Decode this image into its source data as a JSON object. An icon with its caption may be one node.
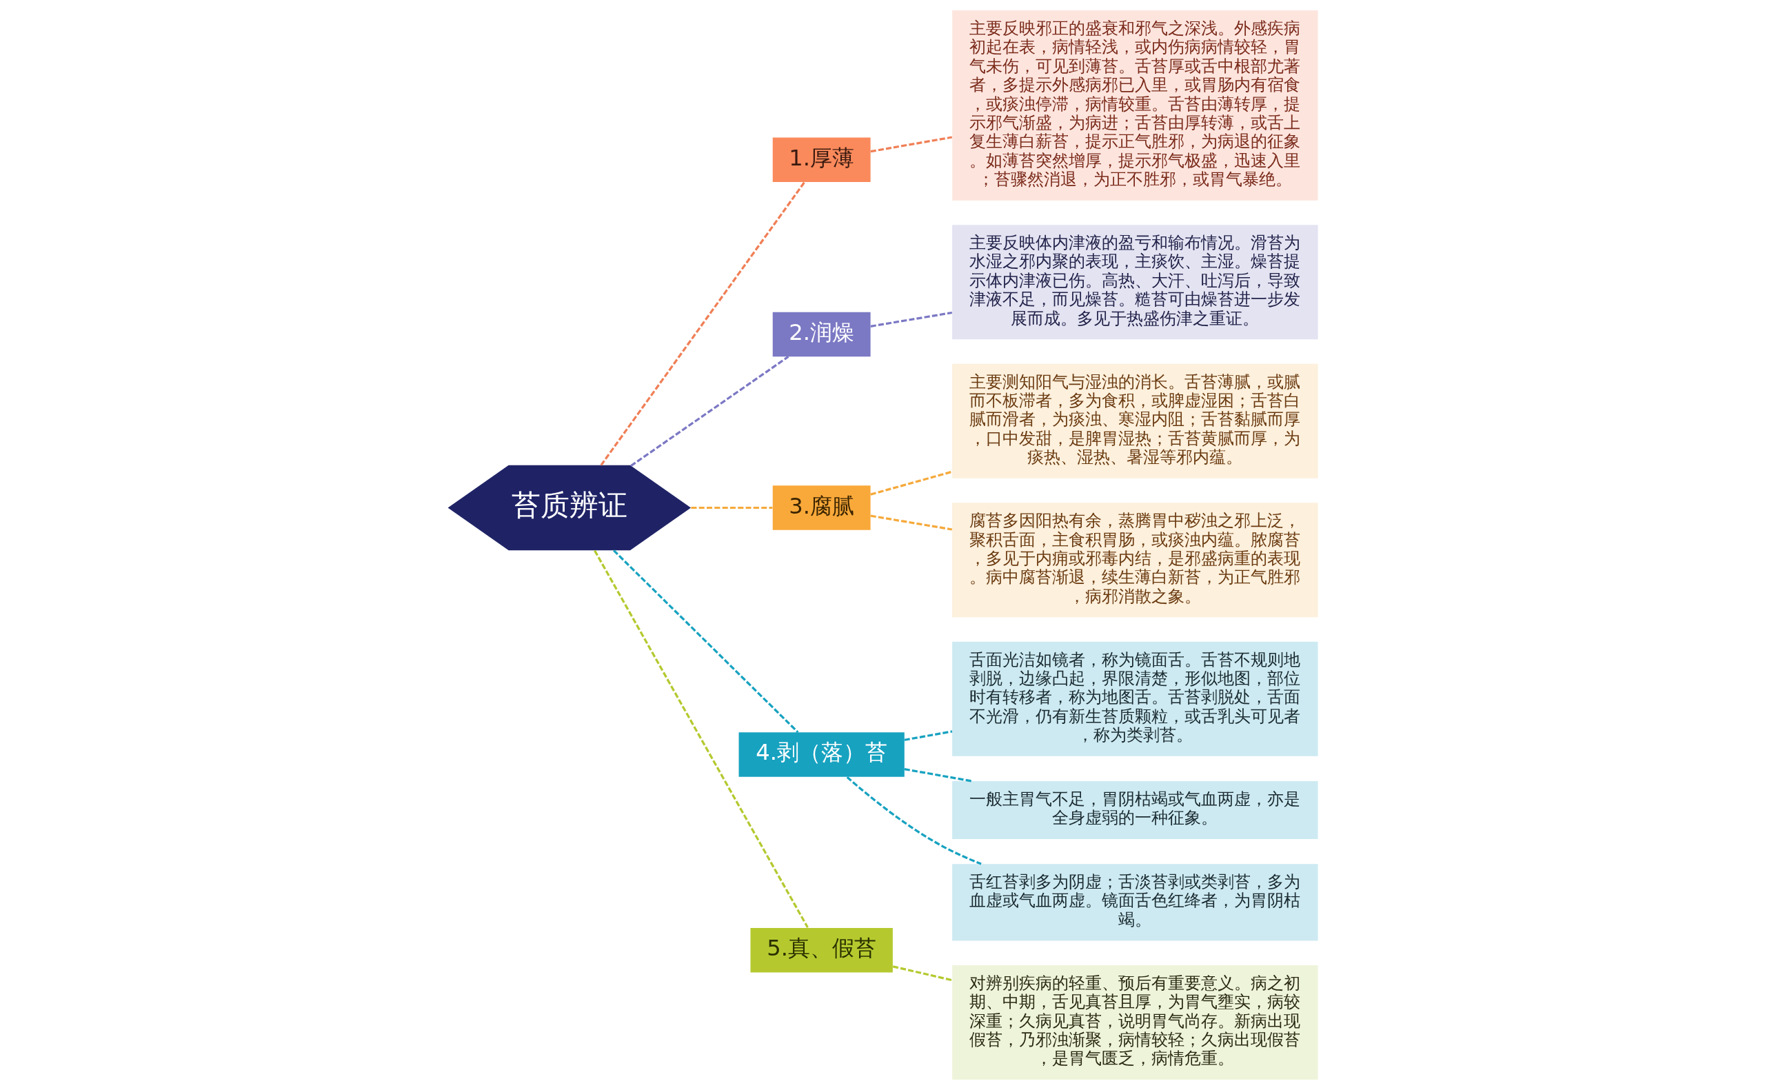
{
  "diagram": {
    "nodes": [
      {
        "text": [
          "苔质辨证"
        ]
      },
      {
        "text": [
          "1.厚薄"
        ]
      },
      {
        "text": [
          "主要反映邪正的盛衰和邪气之深浅。外感疾病初起在表，病情轻浅，或内伤病病情较轻，胃气未伤，可见到薄苔。舌苔厚或舌中根部尤著者，多提示外感病邪已入里，或胃肠内有宿食，或痰浊停滞，病情较重。舌苔由薄转厚，提示邪气渐盛，为病进；舌苔由厚转薄，或舌上复生薄白薪苔，提示正气胜邪，为病退的征象。如薄苔突然增厚，提示邪气极盛，迅速入里；苔骤然消退，为正不胜邪，或胃气暴绝。"
        ]
      },
      {
        "text": [
          "2.润燥"
        ]
      },
      {
        "text": [
          "主要反映体内津液的盈亏和输布情况。滑苔为水湿之邪内聚的表现，主痰饮、主湿。燥苔提示体内津液已伤。高热、大汗、吐泻后，导致津液不足，而见燥苔。糙苔可由燥苔进一步发展而成。多见于热盛伤津之重证。"
        ]
      },
      {
        "text": [
          "3.腐腻"
        ]
      },
      {
        "text": [
          "主要测知阳气与湿浊的消长。舌苔薄腻，或腻而不板滞者，多为食积，或脾虚湿困；舌苔白腻而滑者，为痰浊、寒湿内阻；舌苔黏腻而厚，口中发甜，是脾胃湿热；舌苔黄腻而厚，为痰热、湿热、暑湿等邪内蕴。"
        ]
      },
      {
        "text": [
          "腐苔多因阳热有余，蒸腾胃中秽浊之邪上泛，聚积舌面，主食积胃肠，或痰浊内蕴。脓腐苔，多见于内痈或邪毒内结，是邪盛病重的表现。病中腐苔渐退，续生薄白新苔，为正气胜邪，病邪消散之象。"
        ]
      },
      {
        "text": [
          "4.剥（落）苔"
        ]
      },
      {
        "text": [
          "舌面光洁如镜者，称为镜面舌。舌苔不规则地剥脱，边缘凸起，界限清楚，形似地图，部位时有转移者，称为地图舌。舌苔剥脱处，舌面不光滑，仍有新生苔质颗粒，或舌乳头可见者，称为类剥苔。"
        ]
      },
      {
        "text": [
          "一般主胃气不足，胃阴枯竭或气血两虚，亦是全身虚弱的一种征象。"
        ]
      },
      {
        "text": [
          "舌红苔剥多为阴虚；舌淡苔剥或类剥苔，多为血虚或气血两虚。镜面舌色红绛者，为胃阴枯竭。"
        ]
      },
      {
        "text": [
          "5.真、假苔"
        ]
      },
      {
        "text": [
          "对辨别疾病的轻重、预后有重要意义。病之初期、中期，舌见真苔且厚，为胃气壅实，病较深重；久病见真苔，说明胃气尚存。新病出现假苔，乃邪浊渐聚，病情较轻；久病出现假苔，是胃气匮乏，病情危重。"
        ]
      }
    ],
    "edges": [
      {
        "from": 0,
        "to": 1,
        "arrow": "none",
        "style": "dashed",
        "color": "#f07f56"
      },
      {
        "from": 1,
        "to": 2,
        "arrow": "none",
        "style": "dashed",
        "color": "#f07f56"
      },
      {
        "from": 0,
        "to": 3,
        "arrow": "none",
        "style": "dashed",
        "color": "#7b78c4"
      },
      {
        "from": 3,
        "to": 4,
        "arrow": "none",
        "style": "dashed",
        "color": "#7b78c4"
      },
      {
        "from": 0,
        "to": 5,
        "arrow": "none",
        "style": "dashed",
        "color": "#f5a93a"
      },
      {
        "from": 5,
        "to": 6,
        "arrow": "none",
        "style": "dashed",
        "color": "#f5a93a"
      },
      {
        "from": 5,
        "to": 7,
        "arrow": "none",
        "style": "dashed",
        "color": "#f5a93a"
      },
      {
        "from": 0,
        "to": 8,
        "arrow": "none",
        "style": "dashed",
        "color": "#17a2c0"
      },
      {
        "from": 8,
        "to": 9,
        "arrow": "none",
        "style": "dashed",
        "color": "#17a2c0"
      },
      {
        "from": 8,
        "to": 10,
        "arrow": "none",
        "style": "dashed",
        "color": "#17a2c0"
      },
      {
        "from": 8,
        "to": 11,
        "arrow": "none",
        "style": "dashed",
        "color": "#17a2c0"
      },
      {
        "from": 0,
        "to": 12,
        "arrow": "none",
        "style": "dashed",
        "color": "#b5c92f"
      },
      {
        "from": 12,
        "to": 13,
        "arrow": "none",
        "style": "dashed",
        "color": "#b5c92f"
      }
    ]
  }
}
